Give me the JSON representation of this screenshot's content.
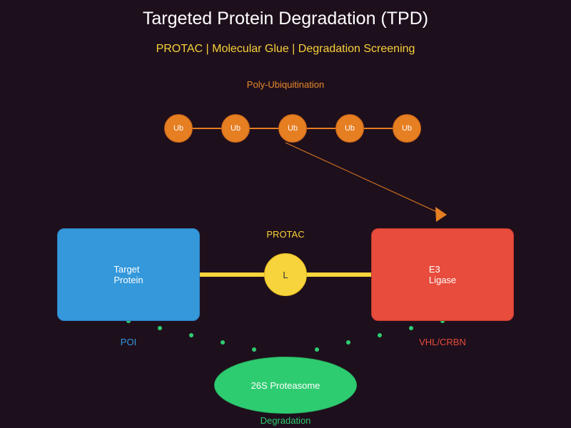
{
  "header": {
    "title": "Targeted Protein Degradation (TPD)",
    "subtitle": "PROTAC | Molecular Glue | Degradation Screening"
  },
  "ubiquitin": {
    "caption": "Poly-Ubiquitination",
    "nodes": [
      "Ub",
      "Ub",
      "Ub",
      "Ub",
      "Ub"
    ]
  },
  "protac": {
    "label": "PROTAC",
    "linker": "L"
  },
  "target": {
    "lines": [
      "Target",
      "Protein"
    ],
    "label": "POI"
  },
  "e3": {
    "lines": [
      "E3",
      "Ligase"
    ],
    "label": "VHL/CRBN"
  },
  "proteasome": {
    "label": "26S Proteasome",
    "caption": "Degradation"
  },
  "colors": {
    "background": "#1e0f1c",
    "target": "#3498db",
    "e3": "#e74c3c",
    "linker": "#f7d43c",
    "ubiquitin": "#e67e22",
    "proteasome": "#2ecc71",
    "accent": "#f7d13a"
  }
}
